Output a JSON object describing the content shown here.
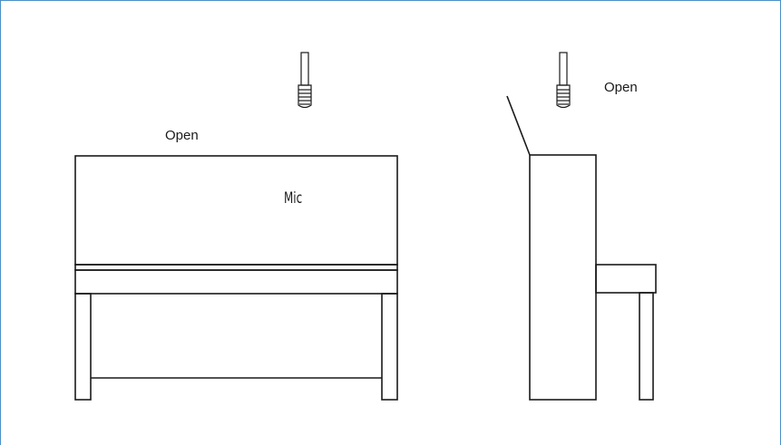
{
  "labels": {
    "front_open": "Open",
    "side_open": "Open",
    "mic": "Mic"
  },
  "colors": {
    "stroke": "#1a1a1a",
    "frame_border": "#4a90c8"
  }
}
